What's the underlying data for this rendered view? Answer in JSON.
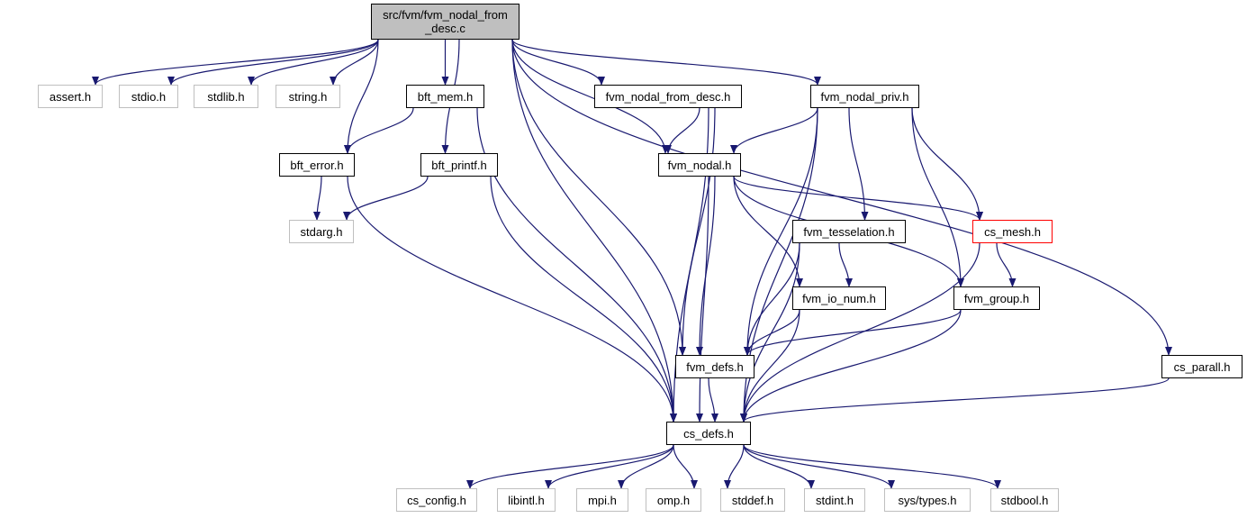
{
  "colors": {
    "edge": "#191970",
    "system_border": "#bfbfbf",
    "root_fill": "#bfbfbf",
    "highlight_border": "#ff0000"
  },
  "nodes": {
    "root": "src/fvm/fvm_nodal_from\n_desc.c",
    "assert_h": "assert.h",
    "stdio_h": "stdio.h",
    "stdlib_h": "stdlib.h",
    "string_h": "string.h",
    "bft_mem_h": "bft_mem.h",
    "fvm_nodal_from_desc_h": "fvm_nodal_from_desc.h",
    "fvm_nodal_priv_h": "fvm_nodal_priv.h",
    "bft_error_h": "bft_error.h",
    "bft_printf_h": "bft_printf.h",
    "fvm_nodal_h": "fvm_nodal.h",
    "stdarg_h": "stdarg.h",
    "fvm_tesselation_h": "fvm_tesselation.h",
    "cs_mesh_h": "cs_mesh.h",
    "fvm_io_num_h": "fvm_io_num.h",
    "fvm_group_h": "fvm_group.h",
    "fvm_defs_h": "fvm_defs.h",
    "cs_parall_h": "cs_parall.h",
    "cs_defs_h": "cs_defs.h",
    "cs_config_h": "cs_config.h",
    "libintl_h": "libintl.h",
    "mpi_h": "mpi.h",
    "omp_h": "omp.h",
    "stddef_h": "stddef.h",
    "stdint_h": "stdint.h",
    "sys_types_h": "sys/types.h",
    "stdbool_h": "stdbool.h"
  },
  "edges": [
    [
      "root",
      "assert_h"
    ],
    [
      "root",
      "stdio_h"
    ],
    [
      "root",
      "stdlib_h"
    ],
    [
      "root",
      "string_h"
    ],
    [
      "root",
      "bft_mem_h"
    ],
    [
      "root",
      "fvm_nodal_from_desc_h"
    ],
    [
      "root",
      "fvm_nodal_priv_h"
    ],
    [
      "root",
      "bft_error_h"
    ],
    [
      "root",
      "bft_printf_h"
    ],
    [
      "root",
      "fvm_nodal_h"
    ],
    [
      "root",
      "fvm_defs_h"
    ],
    [
      "root",
      "cs_parall_h"
    ],
    [
      "root",
      "cs_defs_h"
    ],
    [
      "bft_mem_h",
      "bft_error_h"
    ],
    [
      "bft_mem_h",
      "cs_defs_h"
    ],
    [
      "bft_error_h",
      "stdarg_h"
    ],
    [
      "bft_error_h",
      "cs_defs_h"
    ],
    [
      "bft_printf_h",
      "stdarg_h"
    ],
    [
      "bft_printf_h",
      "cs_defs_h"
    ],
    [
      "fvm_nodal_from_desc_h",
      "fvm_nodal_h"
    ],
    [
      "fvm_nodal_from_desc_h",
      "fvm_defs_h"
    ],
    [
      "fvm_nodal_from_desc_h",
      "cs_defs_h"
    ],
    [
      "fvm_nodal_priv_h",
      "fvm_nodal_h"
    ],
    [
      "fvm_nodal_priv_h",
      "fvm_tesselation_h"
    ],
    [
      "fvm_nodal_priv_h",
      "cs_mesh_h"
    ],
    [
      "fvm_nodal_priv_h",
      "fvm_group_h"
    ],
    [
      "fvm_nodal_priv_h",
      "fvm_defs_h"
    ],
    [
      "fvm_nodal_priv_h",
      "cs_defs_h"
    ],
    [
      "fvm_nodal_h",
      "cs_mesh_h"
    ],
    [
      "fvm_nodal_h",
      "fvm_io_num_h"
    ],
    [
      "fvm_nodal_h",
      "fvm_group_h"
    ],
    [
      "fvm_nodal_h",
      "fvm_defs_h"
    ],
    [
      "fvm_nodal_h",
      "cs_defs_h"
    ],
    [
      "fvm_tesselation_h",
      "fvm_io_num_h"
    ],
    [
      "fvm_tesselation_h",
      "fvm_defs_h"
    ],
    [
      "fvm_tesselation_h",
      "cs_defs_h"
    ],
    [
      "cs_mesh_h",
      "fvm_group_h"
    ],
    [
      "cs_mesh_h",
      "cs_defs_h"
    ],
    [
      "fvm_io_num_h",
      "fvm_defs_h"
    ],
    [
      "fvm_io_num_h",
      "cs_defs_h"
    ],
    [
      "fvm_group_h",
      "fvm_defs_h"
    ],
    [
      "fvm_group_h",
      "cs_defs_h"
    ],
    [
      "fvm_defs_h",
      "cs_defs_h"
    ],
    [
      "cs_parall_h",
      "cs_defs_h"
    ],
    [
      "cs_defs_h",
      "cs_config_h"
    ],
    [
      "cs_defs_h",
      "libintl_h"
    ],
    [
      "cs_defs_h",
      "mpi_h"
    ],
    [
      "cs_defs_h",
      "omp_h"
    ],
    [
      "cs_defs_h",
      "stddef_h"
    ],
    [
      "cs_defs_h",
      "stdint_h"
    ],
    [
      "cs_defs_h",
      "sys_types_h"
    ],
    [
      "cs_defs_h",
      "stdbool_h"
    ]
  ]
}
